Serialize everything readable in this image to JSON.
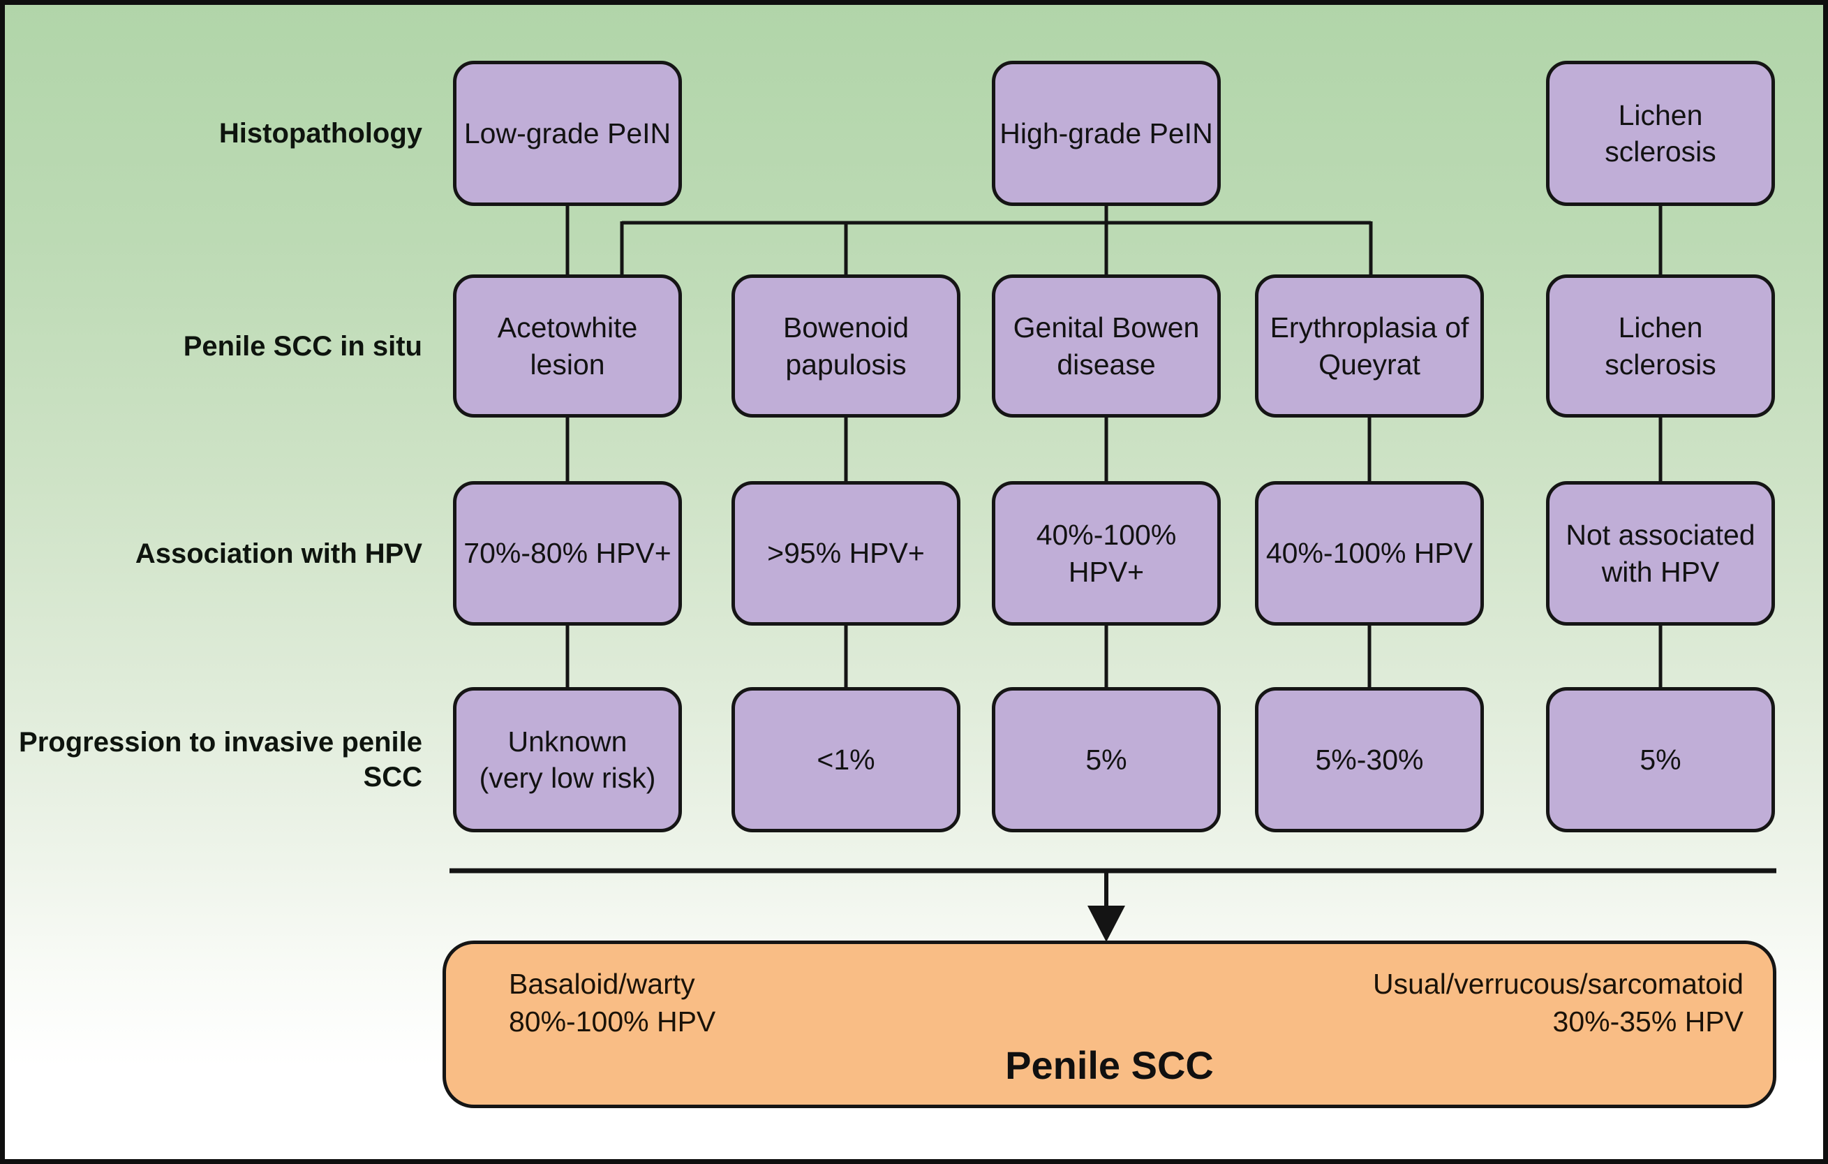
{
  "figure": {
    "type": "medical-flowchart",
    "background_top_color": "#b1d5a9",
    "background_bottom_color": "#ffffff",
    "box_fill_color": "#c0aed7",
    "outcome_fill_color": "#f9bd85",
    "line_color": "#141414"
  },
  "rows": [
    {
      "label": "Histopathology",
      "cells": [
        "Low-grade PeIN",
        "High-grade PeIN",
        "Lichen\nsclerosis"
      ]
    },
    {
      "label": "Penile SCC in situ",
      "cells": [
        "Acetowhite\nlesion",
        "Bowenoid\npapulosis",
        "Genital Bowen\ndisease",
        "Erythroplasia of\nQueyrat",
        "Lichen\nsclerosis"
      ]
    },
    {
      "label": "Association with HPV",
      "cells": [
        "70%-80% HPV+",
        ">95% HPV+",
        "40%-100% HPV+",
        "40%-100% HPV",
        "Not associated\nwith HPV"
      ]
    },
    {
      "label": "Progression to invasive penile\nSCC",
      "cells": [
        "Unknown\n(very low risk)",
        "<1%",
        "5%",
        "5%-30%",
        "5%"
      ]
    }
  ],
  "outcome": {
    "left_note": "Basaloid/warty\n80%-100% HPV",
    "right_note": "Usual/verrucous/sarcomatoid\n30%-35% HPV",
    "title": "Penile SCC"
  }
}
